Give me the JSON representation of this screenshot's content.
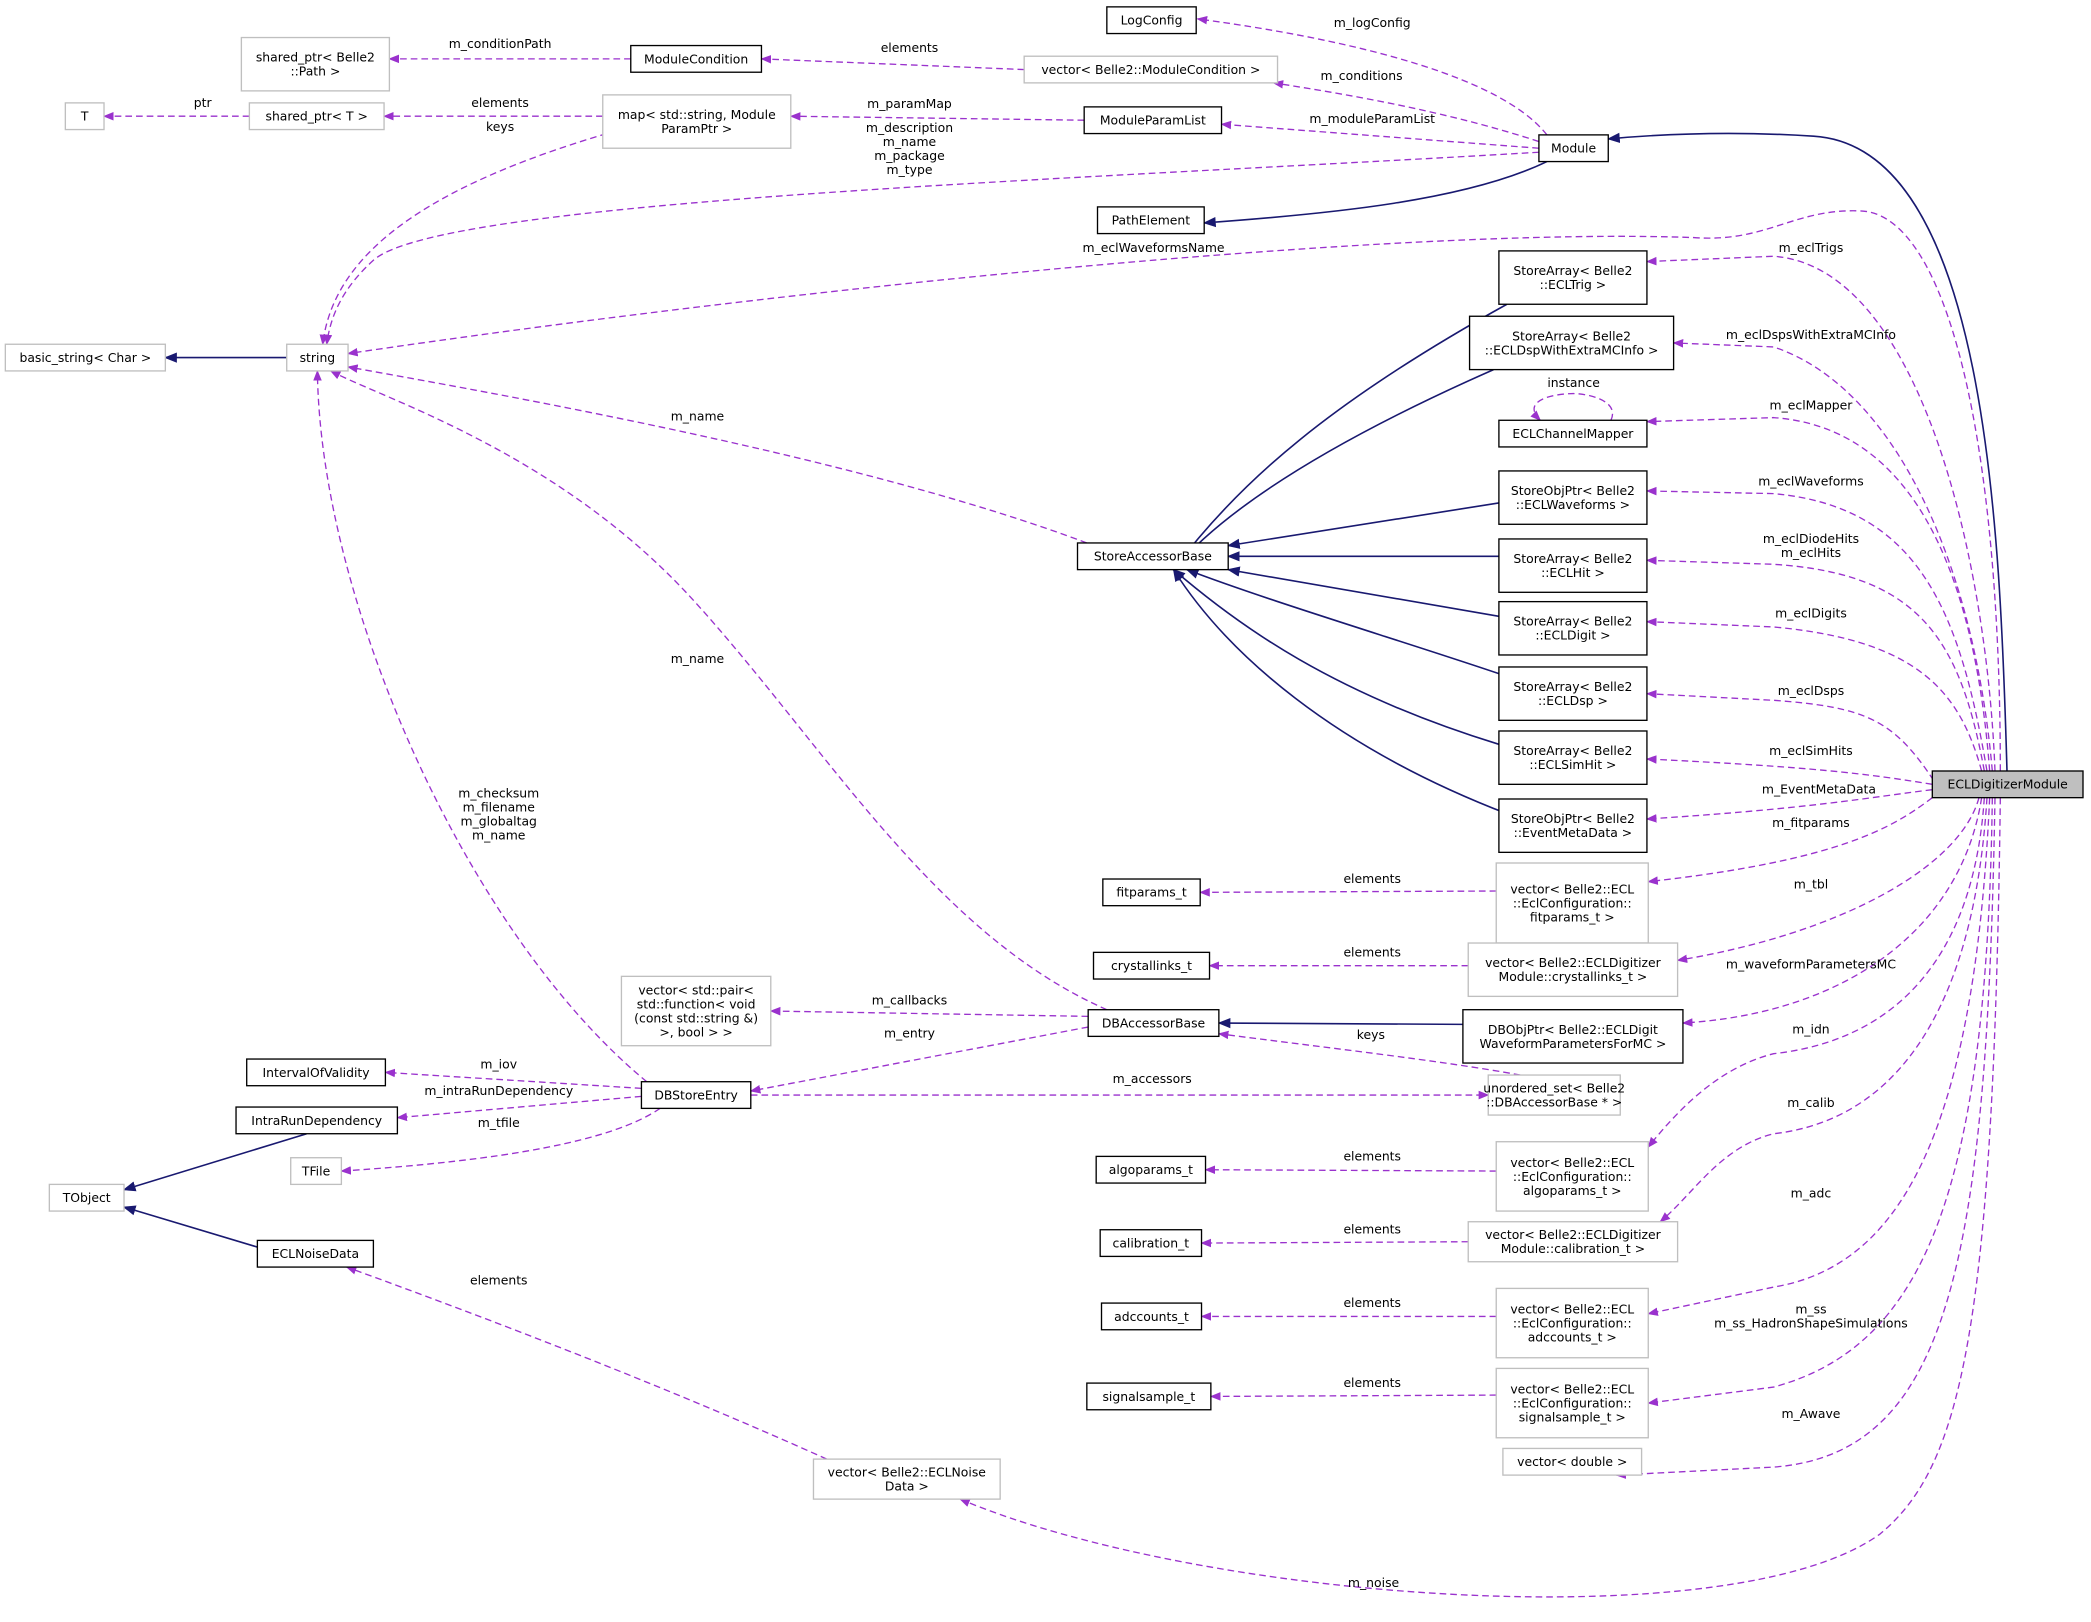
{
  "title": "ECLDigitizerModule collaboration diagram",
  "colors": {
    "usage_edge": "#9a32cd",
    "inheritance_edge": "#191970",
    "focus_fill": "#bfbfbf",
    "external_border": "#bfbfbf"
  },
  "nodes": [
    {
      "id": "LogConfig",
      "lines": [
        "LogConfig"
      ]
    },
    {
      "id": "vector-modulecondition",
      "lines": [
        "vector< Belle2::ModuleCondition >"
      ]
    },
    {
      "id": "ModuleCondition",
      "lines": [
        "ModuleCondition"
      ]
    },
    {
      "id": "shared-ptr-path",
      "lines": [
        "shared_ptr< Belle2",
        "::Path >"
      ]
    },
    {
      "id": "T",
      "lines": [
        "T"
      ]
    },
    {
      "id": "shared-ptr-t",
      "lines": [
        "shared_ptr< T >"
      ]
    },
    {
      "id": "map-moduleparamptr",
      "lines": [
        "map< std::string, Module",
        "ParamPtr >"
      ]
    },
    {
      "id": "ModuleParamList",
      "lines": [
        "ModuleParamList"
      ]
    },
    {
      "id": "Module",
      "lines": [
        "Module"
      ]
    },
    {
      "id": "PathElement",
      "lines": [
        "PathElement"
      ]
    },
    {
      "id": "string",
      "lines": [
        "string"
      ]
    },
    {
      "id": "basic-string",
      "lines": [
        "basic_string< Char >"
      ]
    },
    {
      "id": "storearray-ecltrig",
      "lines": [
        "StoreArray< Belle2",
        "::ECLTrig >"
      ]
    },
    {
      "id": "storearray-ecldspwithextramcinfo",
      "lines": [
        "StoreArray< Belle2",
        "::ECLDspWithExtraMCInfo >"
      ]
    },
    {
      "id": "ECLChannelMapper",
      "lines": [
        "ECLChannelMapper"
      ]
    },
    {
      "id": "storeobjptr-eclwaveforms",
      "lines": [
        "StoreObjPtr< Belle2",
        "::ECLWaveforms >"
      ]
    },
    {
      "id": "StoreAccessorBase",
      "lines": [
        "StoreAccessorBase"
      ]
    },
    {
      "id": "storearray-eclhit",
      "lines": [
        "StoreArray< Belle2",
        "::ECLHit >"
      ]
    },
    {
      "id": "storearray-ecldigit",
      "lines": [
        "StoreArray< Belle2",
        "::ECLDigit >"
      ]
    },
    {
      "id": "storearray-ecldsp",
      "lines": [
        "StoreArray< Belle2",
        "::ECLDsp >"
      ]
    },
    {
      "id": "storearray-eclsimhit",
      "lines": [
        "StoreArray< Belle2",
        "::ECLSimHit >"
      ]
    },
    {
      "id": "storeobjptr-eventmetadata",
      "lines": [
        "StoreObjPtr< Belle2",
        "::EventMetaData >"
      ]
    },
    {
      "id": "ECLDigitizerModule",
      "lines": [
        "ECLDigitizerModule"
      ]
    },
    {
      "id": "fitparams_t",
      "lines": [
        "fitparams_t"
      ]
    },
    {
      "id": "vector-fitparams",
      "lines": [
        "vector< Belle2::ECL",
        "::EclConfiguration::",
        "fitparams_t >"
      ]
    },
    {
      "id": "crystallinks_t",
      "lines": [
        "crystallinks_t"
      ]
    },
    {
      "id": "vector-crystallinks",
      "lines": [
        "vector< Belle2::ECLDigitizer",
        "Module::crystallinks_t >"
      ]
    },
    {
      "id": "vector-pair-function",
      "lines": [
        "vector< std::pair<",
        "std::function< void",
        "(const std::string &)",
        ">, bool > >"
      ]
    },
    {
      "id": "DBAccessorBase",
      "lines": [
        "DBAccessorBase"
      ]
    },
    {
      "id": "dbobjptr-waveformparameters",
      "lines": [
        "DBObjPtr< Belle2::ECLDigit",
        "WaveformParametersForMC >"
      ]
    },
    {
      "id": "IntervalOfValidity",
      "lines": [
        "IntervalOfValidity"
      ]
    },
    {
      "id": "DBStoreEntry",
      "lines": [
        "DBStoreEntry"
      ]
    },
    {
      "id": "unordered-set-dbaccessorbase",
      "lines": [
        "unordered_set< Belle2",
        "::DBAccessorBase * >"
      ]
    },
    {
      "id": "IntraRunDependency",
      "lines": [
        "IntraRunDependency"
      ]
    },
    {
      "id": "TFile",
      "lines": [
        "TFile"
      ]
    },
    {
      "id": "TObject",
      "lines": [
        "TObject"
      ]
    },
    {
      "id": "ECLNoiseData",
      "lines": [
        "ECLNoiseData"
      ]
    },
    {
      "id": "algoparams_t",
      "lines": [
        "algoparams_t"
      ]
    },
    {
      "id": "vector-algoparams",
      "lines": [
        "vector< Belle2::ECL",
        "::EclConfiguration::",
        "algoparams_t >"
      ]
    },
    {
      "id": "calibration_t",
      "lines": [
        "calibration_t"
      ]
    },
    {
      "id": "vector-calibration",
      "lines": [
        "vector< Belle2::ECLDigitizer",
        "Module::calibration_t >"
      ]
    },
    {
      "id": "adccounts_t",
      "lines": [
        "adccounts_t"
      ]
    },
    {
      "id": "vector-adccounts",
      "lines": [
        "vector< Belle2::ECL",
        "::EclConfiguration::",
        "adccounts_t >"
      ]
    },
    {
      "id": "signalsample_t",
      "lines": [
        "signalsample_t"
      ]
    },
    {
      "id": "vector-signalsample",
      "lines": [
        "vector< Belle2::ECL",
        "::EclConfiguration::",
        "signalsample_t >"
      ]
    },
    {
      "id": "vector-double",
      "lines": [
        "vector< double >"
      ]
    },
    {
      "id": "vector-eclnoisedata",
      "lines": [
        "vector< Belle2::ECLNoise",
        "Data >"
      ]
    }
  ],
  "edge_labels": [
    {
      "lines": [
        "m_logConfig"
      ]
    },
    {
      "lines": [
        "m_conditions"
      ]
    },
    {
      "lines": [
        "elements"
      ]
    },
    {
      "lines": [
        "m_conditionPath"
      ]
    },
    {
      "lines": [
        "m_paramMap"
      ]
    },
    {
      "lines": [
        "elements"
      ]
    },
    {
      "lines": [
        "ptr"
      ]
    },
    {
      "lines": [
        "keys"
      ]
    },
    {
      "lines": [
        "m_description",
        "m_name",
        "m_package",
        "m_type"
      ]
    },
    {
      "lines": [
        "m_moduleParamList"
      ]
    },
    {
      "lines": [
        "m_eclWaveformsName"
      ]
    },
    {
      "lines": [
        "m_name"
      ]
    },
    {
      "lines": [
        "m_name"
      ]
    },
    {
      "lines": [
        "m_checksum",
        "m_filename",
        "m_globaltag",
        "m_name"
      ]
    },
    {
      "lines": [
        "m_eclTrigs"
      ]
    },
    {
      "lines": [
        "m_eclDspsWithExtraMCInfo"
      ]
    },
    {
      "lines": [
        "instance"
      ]
    },
    {
      "lines": [
        "m_eclMapper"
      ]
    },
    {
      "lines": [
        "m_eclWaveforms"
      ]
    },
    {
      "lines": [
        "m_eclDiodeHits",
        "m_eclHits"
      ]
    },
    {
      "lines": [
        "m_eclDigits"
      ]
    },
    {
      "lines": [
        "m_eclDsps"
      ]
    },
    {
      "lines": [
        "m_eclSimHits"
      ]
    },
    {
      "lines": [
        "m_EventMetaData"
      ]
    },
    {
      "lines": [
        "m_fitparams"
      ]
    },
    {
      "lines": [
        "m_tbl"
      ]
    },
    {
      "lines": [
        "m_waveformParametersMC"
      ]
    },
    {
      "lines": [
        "m_idn"
      ]
    },
    {
      "lines": [
        "m_calib"
      ]
    },
    {
      "lines": [
        "m_adc"
      ]
    },
    {
      "lines": [
        "m_ss",
        "m_ss_HadronShapeSimulations"
      ]
    },
    {
      "lines": [
        "m_Awave"
      ]
    },
    {
      "lines": [
        "m_noise"
      ]
    },
    {
      "lines": [
        "elements"
      ]
    },
    {
      "lines": [
        "elements"
      ]
    },
    {
      "lines": [
        "m_callbacks"
      ]
    },
    {
      "lines": [
        "m_entry"
      ]
    },
    {
      "lines": [
        "keys"
      ]
    },
    {
      "lines": [
        "m_iov"
      ]
    },
    {
      "lines": [
        "m_intraRunDependency"
      ]
    },
    {
      "lines": [
        "m_tfile"
      ]
    },
    {
      "lines": [
        "m_accessors"
      ]
    },
    {
      "lines": [
        "elements"
      ]
    },
    {
      "lines": [
        "elements"
      ]
    },
    {
      "lines": [
        "elements"
      ]
    },
    {
      "lines": [
        "elements"
      ]
    },
    {
      "lines": [
        "elements"
      ]
    }
  ]
}
